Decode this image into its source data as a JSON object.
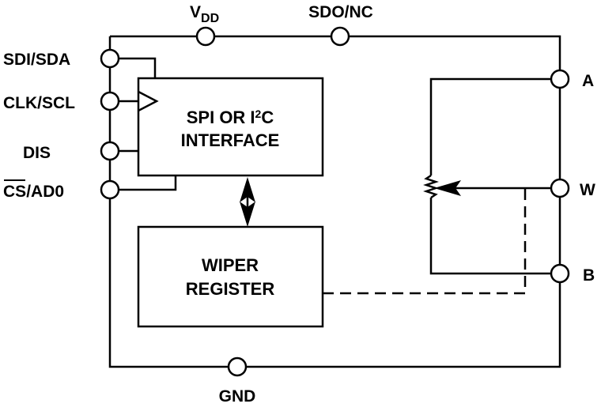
{
  "pins": {
    "vdd_main": "V",
    "vdd_sub": "DD",
    "sdo": "SDO/NC",
    "sdi": "SDI/SDA",
    "clk": "CLK/SCL",
    "dis": "DIS",
    "cs_bar": "CS",
    "cs_rest": "/AD0",
    "a": "A",
    "w": "W",
    "b": "B",
    "gnd": "GND"
  },
  "blocks": {
    "interface_line1_pre": "SPI OR I",
    "interface_line1_sup": "2",
    "interface_line1_post": "C",
    "interface_line2": "INTERFACE",
    "wiper_line1": "WIPER",
    "wiper_line2": "REGISTER"
  }
}
